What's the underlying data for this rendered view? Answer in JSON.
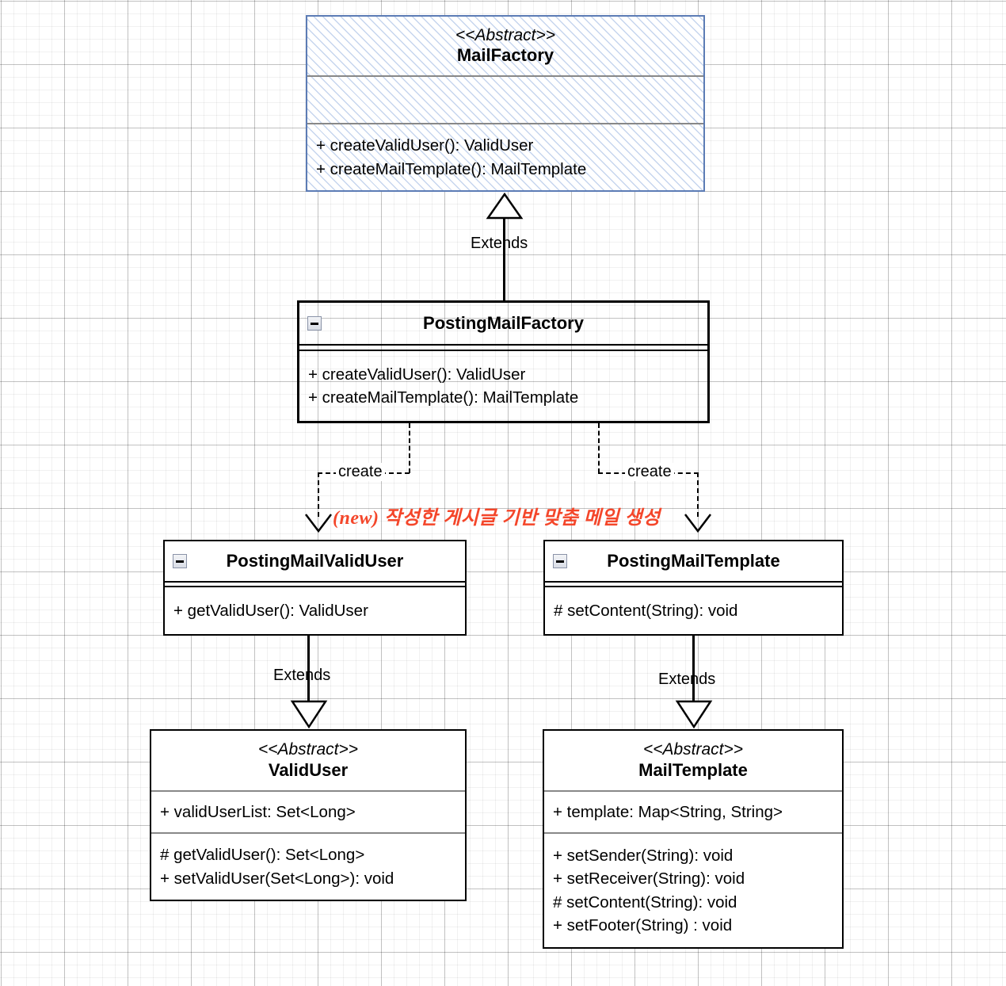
{
  "diagram": {
    "type": "uml-class-diagram",
    "classes": [
      {
        "id": "mail-factory",
        "stereotype": "<<Abstract>>",
        "name": "MailFactory",
        "style": "hatched-blue",
        "attributes": [],
        "methods": [
          "+ createValidUser(): ValidUser",
          "+ createMailTemplate(): MailTemplate"
        ]
      },
      {
        "id": "posting-mail-factory",
        "stereotype": "",
        "name": "PostingMailFactory",
        "style": "thick-black",
        "collapse_icon": "minus-icon",
        "attributes": [],
        "methods": [
          "+ createValidUser(): ValidUser",
          "+ createMailTemplate(): MailTemplate"
        ]
      },
      {
        "id": "posting-mail-valid-user",
        "stereotype": "",
        "name": "PostingMailValidUser",
        "style": "black",
        "collapse_icon": "minus-icon",
        "attributes": [],
        "methods": [
          "+ getValidUser(): ValidUser"
        ]
      },
      {
        "id": "posting-mail-template",
        "stereotype": "",
        "name": "PostingMailTemplate",
        "style": "black",
        "collapse_icon": "minus-icon",
        "attributes": [],
        "methods": [
          "# setContent(String): void"
        ]
      },
      {
        "id": "valid-user",
        "stereotype": "<<Abstract>>",
        "name": "ValidUser",
        "style": "black",
        "attributes": [
          "+ validUserList: Set<Long>"
        ],
        "methods": [
          "# getValidUser(): Set<Long>",
          "+ setValidUser(Set<Long>): void"
        ]
      },
      {
        "id": "mail-template",
        "stereotype": "<<Abstract>>",
        "name": "MailTemplate",
        "style": "black",
        "attributes": [
          "+ template: Map<String, String>"
        ],
        "methods": [
          "+ setSender(String): void",
          "+ setReceiver(String): void",
          "# setContent(String): void",
          "+ setFooter(String) : void"
        ]
      }
    ],
    "relations": [
      {
        "id": "rel-extends-factory",
        "label": "Extends",
        "kind": "generalization",
        "from": "posting-mail-factory",
        "to": "mail-factory"
      },
      {
        "id": "rel-create-valid-user",
        "label": "create",
        "kind": "dependency",
        "from": "posting-mail-factory",
        "to": "posting-mail-valid-user"
      },
      {
        "id": "rel-create-mail-template",
        "label": "create",
        "kind": "dependency",
        "from": "posting-mail-factory",
        "to": "posting-mail-template"
      },
      {
        "id": "rel-extends-valid-user",
        "label": "Extends",
        "kind": "generalization",
        "from": "posting-mail-valid-user",
        "to": "valid-user"
      },
      {
        "id": "rel-extends-mail-template",
        "label": "Extends",
        "kind": "generalization",
        "from": "posting-mail-template",
        "to": "mail-template"
      }
    ],
    "annotations": [
      {
        "id": "new-feature-note",
        "text": "(new) 작성한 게시글 기반 맞춤 메일 생성",
        "color": "#f4462a",
        "style": "handwritten"
      }
    ]
  },
  "colors": {
    "abstract_box_border": "#5c7cb5",
    "abstract_box_hatch": "#789bd7",
    "box_border": "#000000",
    "separator": "#888888",
    "annotation_red": "#f4462a",
    "grid_minor": "#f0f0f0",
    "grid_major": "#cccccc",
    "canvas_background": "#ffffff"
  }
}
